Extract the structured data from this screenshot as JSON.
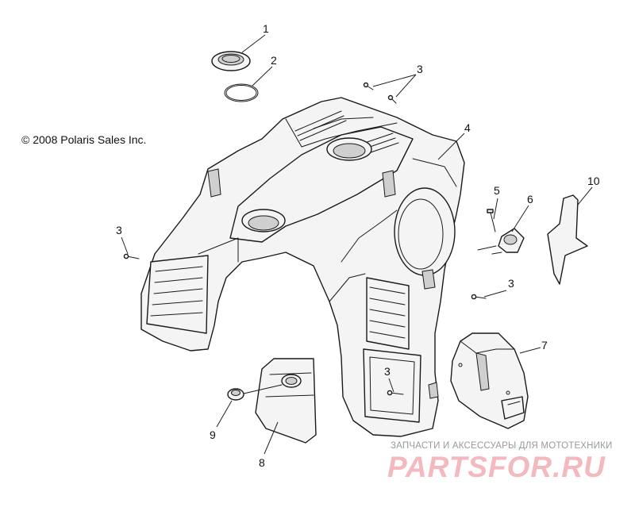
{
  "copyright": "© 2008 Polaris Sales Inc.",
  "callouts": [
    "1",
    "2",
    "3",
    "3",
    "4",
    "5",
    "6",
    "10",
    "3",
    "3",
    "7",
    "3",
    "9",
    "8"
  ],
  "watermark": {
    "subtitle": "ЗАПЧАСТИ И АКСЕССУАРЫ ДЛЯ МОТОТЕХНИКИ",
    "logo": "PARTSFOR.RU"
  },
  "colors": {
    "line": "#1a1a1a",
    "watermark_logo": "#f3b9be",
    "watermark_text": "#9a9a9a"
  }
}
